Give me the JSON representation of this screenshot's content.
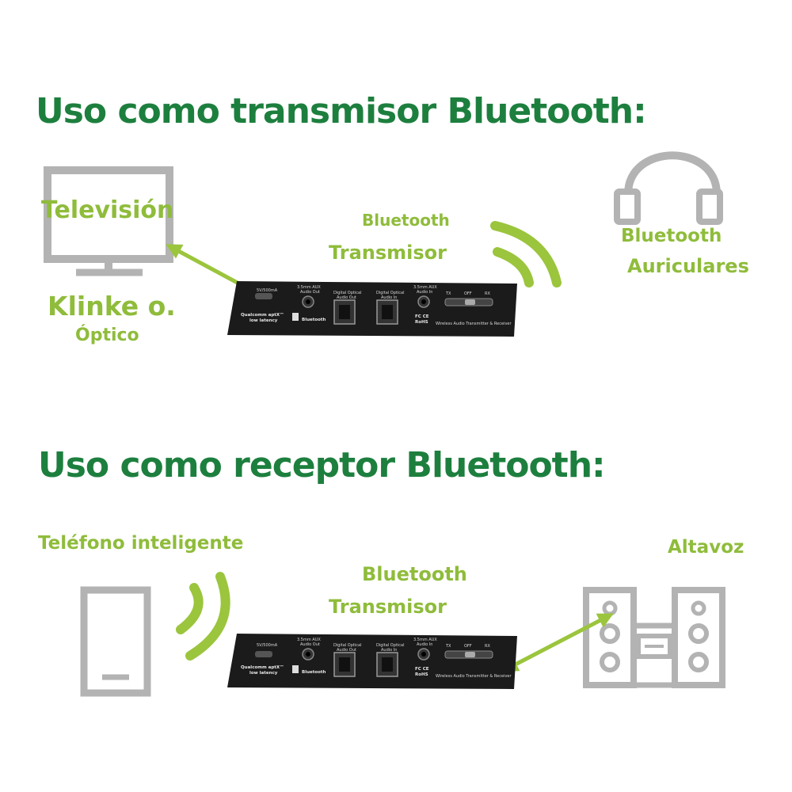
{
  "colors": {
    "heading": "#1d7f3e",
    "label": "#8fbc3b",
    "icon": "#b3b3b3",
    "arrow": "#9bc53d",
    "device_body": "#1b1b1b"
  },
  "transmitter_section": {
    "heading": "Uso como transmisor Bluetooth:",
    "tv_label": "Televisión",
    "source_label_1": "Klinke o.",
    "source_label_2": "Óptico",
    "device_label_1": "Bluetooth",
    "device_label_2": "Transmisor",
    "headphones_label_1": "Bluetooth",
    "headphones_label_2": "Auriculares"
  },
  "receiver_section": {
    "heading": "Uso como receptor Bluetooth:",
    "phone_label": "Teléfono inteligente",
    "device_label_1": "Bluetooth",
    "device_label_2": "Transmisor",
    "speaker_label": "Altavoz"
  },
  "device_panel": {
    "power": "5V/500mA",
    "aux_out_1": "3.5mm AUX",
    "aux_out_2": "Audio Out",
    "opt_out_1": "Digital Optical",
    "opt_out_2": "Audio Out",
    "opt_in_1": "Digital Optical",
    "opt_in_2": "Audio In",
    "aux_in_1": "3.5mm AUX",
    "aux_in_2": "Audio In",
    "tx": "TX",
    "off": "OFF",
    "rx": "RX",
    "brand_1": "Qualcomm aptX™",
    "brand_2": "low latency",
    "bluetooth": "Bluetooth",
    "cert_1": "FC CE",
    "cert_2": "RoHS",
    "footer": "Wireless Audio Transmitter & Receiver"
  },
  "icons": [
    "tv-icon",
    "headphones-icon",
    "signal-waves-icon",
    "smartphone-icon",
    "speaker-system-icon",
    "double-arrow-icon",
    "bluetooth-icon"
  ]
}
